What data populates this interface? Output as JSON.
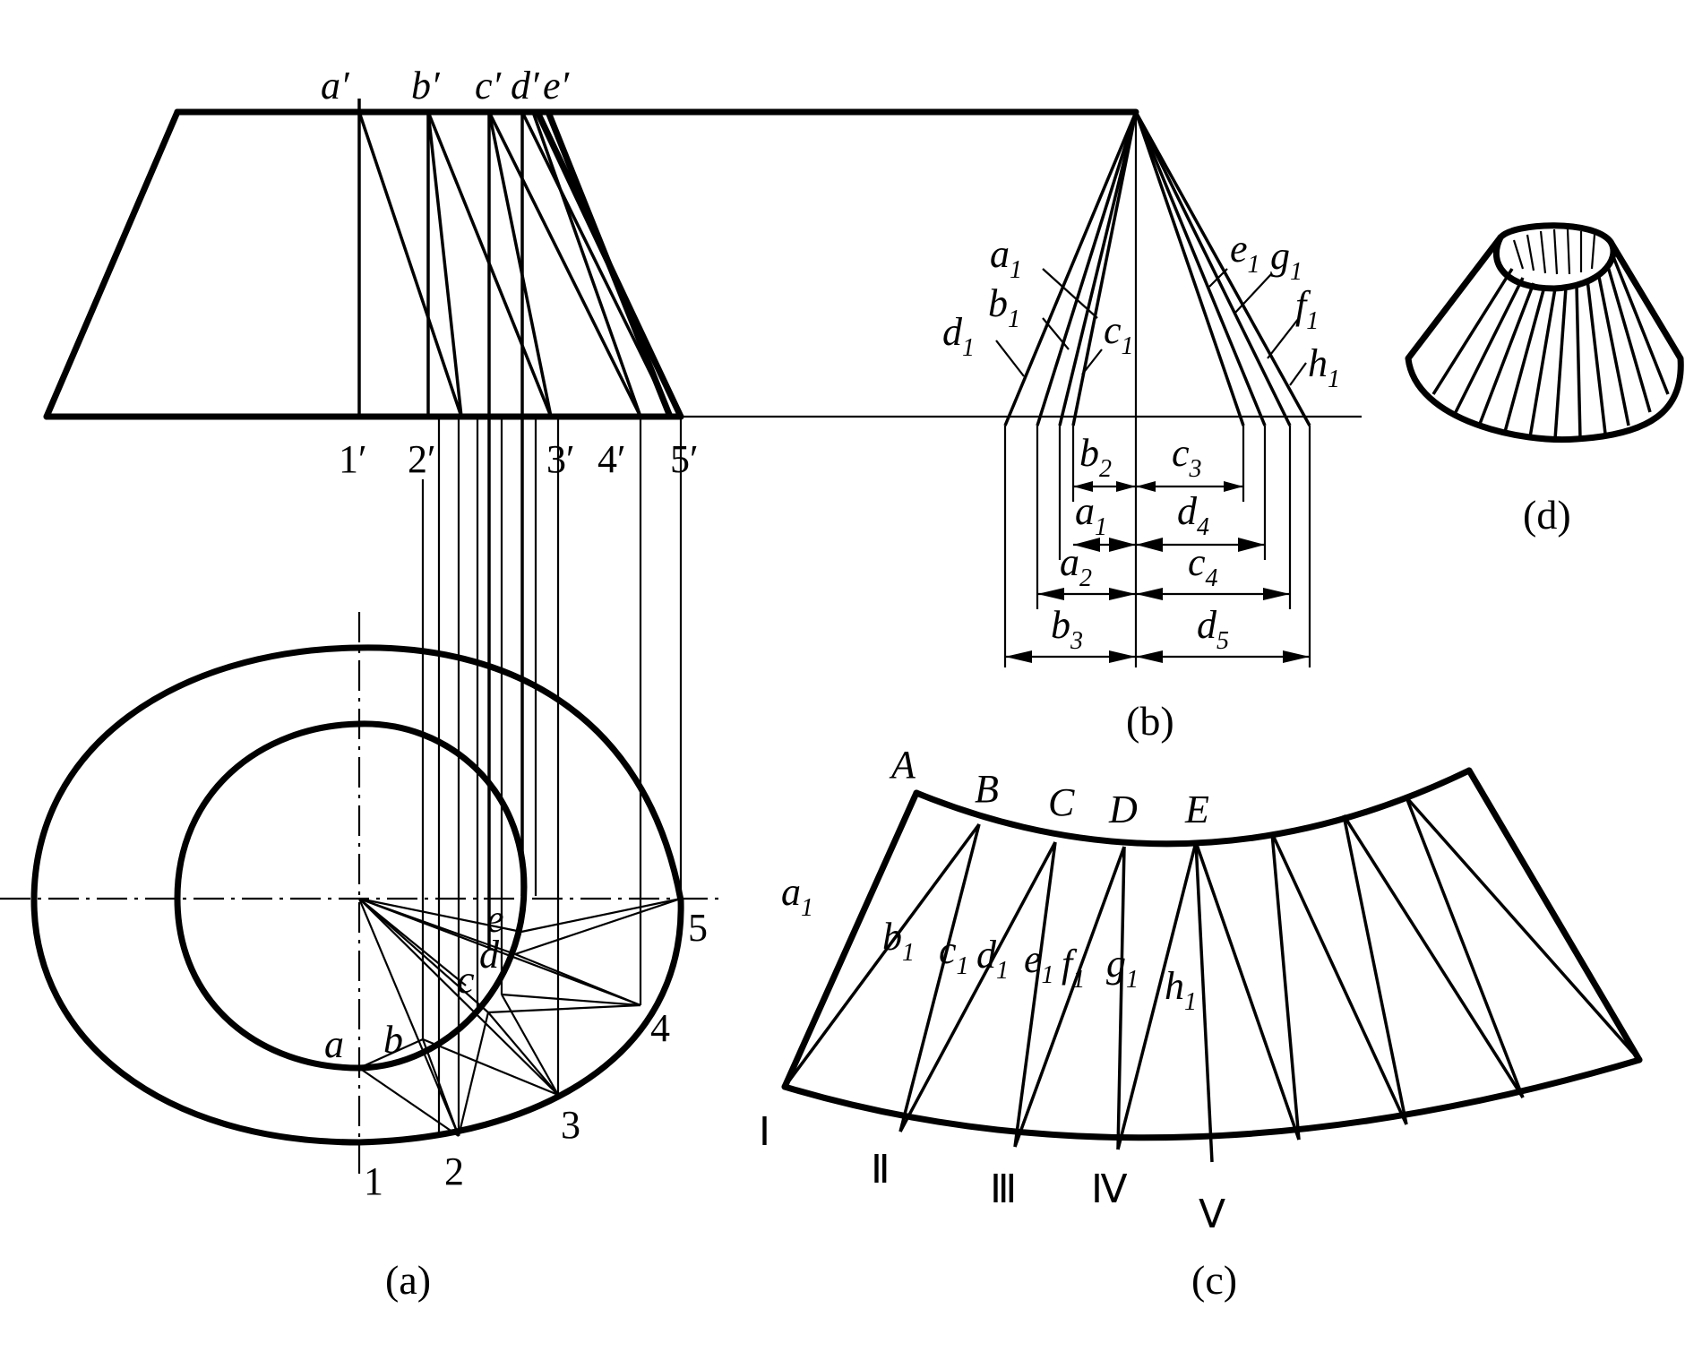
{
  "view_a": {
    "caption": "(a)",
    "top_labels": [
      "a′",
      "b′",
      "c′",
      "d′",
      "e′"
    ],
    "base_labels": [
      "1′",
      "2′",
      "3′",
      "4′",
      "5′"
    ],
    "plan_points": [
      "1",
      "2",
      "3",
      "4",
      "5"
    ],
    "plan_letters": [
      "a",
      "b",
      "c",
      "d",
      "e"
    ]
  },
  "view_b": {
    "caption": "(b)",
    "left_labels": [
      {
        "base": "a",
        "sub": "1"
      },
      {
        "base": "b",
        "sub": "1"
      },
      {
        "base": "c",
        "sub": "1"
      },
      {
        "base": "d",
        "sub": "1"
      }
    ],
    "right_labels": [
      {
        "base": "e",
        "sub": "1"
      },
      {
        "base": "g",
        "sub": "1"
      },
      {
        "base": "f",
        "sub": "1"
      },
      {
        "base": "h",
        "sub": "1"
      }
    ],
    "dimensions_left": [
      {
        "base": "b",
        "sub": "2"
      },
      {
        "base": "a",
        "sub": "1"
      },
      {
        "base": "a",
        "sub": "2"
      },
      {
        "base": "b",
        "sub": "3"
      }
    ],
    "dimensions_right": [
      {
        "base": "c",
        "sub": "3"
      },
      {
        "base": "d",
        "sub": "4"
      },
      {
        "base": "c",
        "sub": "4"
      },
      {
        "base": "d",
        "sub": "5"
      }
    ]
  },
  "view_c": {
    "caption": "(c)",
    "top_points": [
      "A",
      "B",
      "C",
      "D",
      "E"
    ],
    "bottom_points": [
      "Ⅰ",
      "Ⅱ",
      "Ⅲ",
      "Ⅳ",
      "Ⅴ"
    ],
    "line_labels": [
      {
        "base": "a",
        "sub": "1"
      },
      {
        "base": "b",
        "sub": "1"
      },
      {
        "base": "c",
        "sub": "1"
      },
      {
        "base": "d",
        "sub": "1"
      },
      {
        "base": "e",
        "sub": "1"
      },
      {
        "base": "f",
        "sub": "1"
      },
      {
        "base": "g",
        "sub": "1"
      },
      {
        "base": "h",
        "sub": "1"
      }
    ]
  },
  "view_d": {
    "caption": "(d)"
  }
}
